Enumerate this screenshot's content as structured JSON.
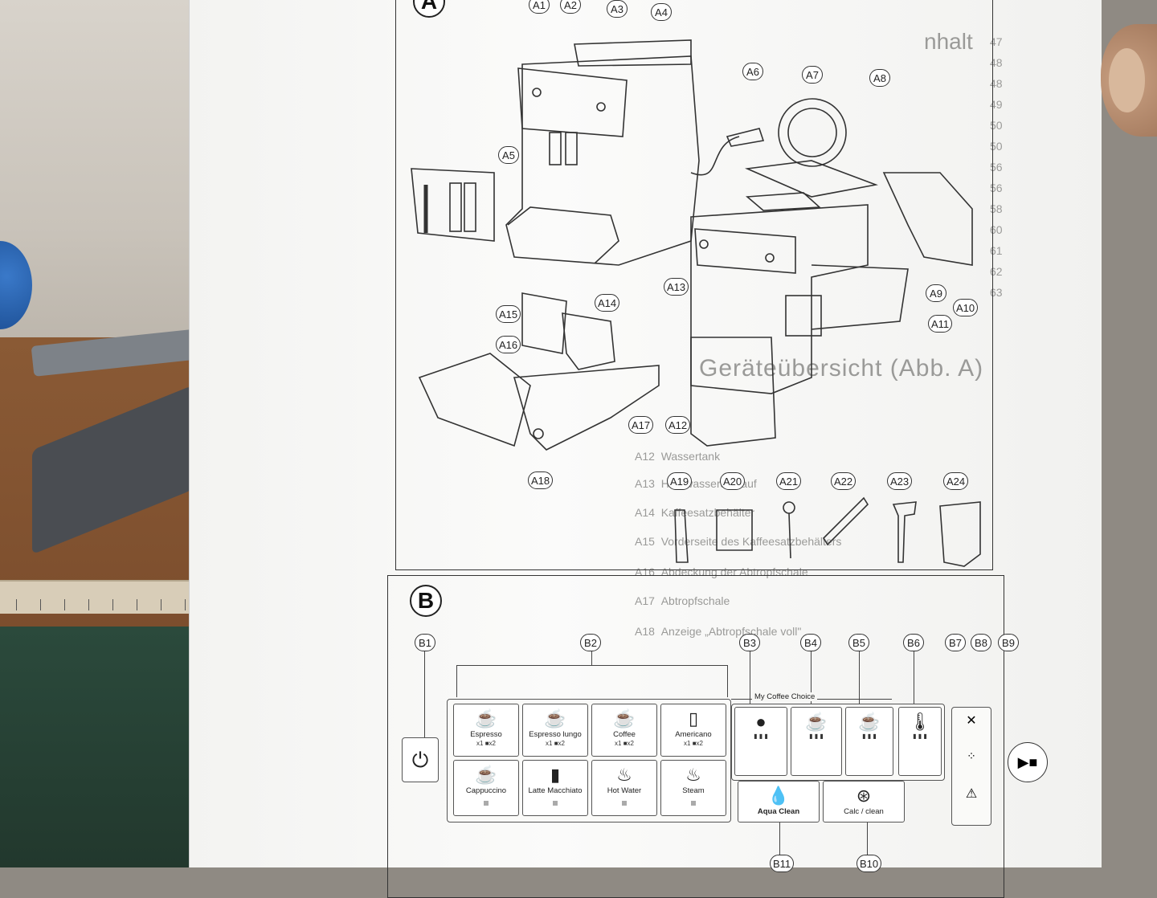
{
  "section_a": {
    "letter": "A",
    "callouts": [
      "A1",
      "A2",
      "A3",
      "A4",
      "A5",
      "A6",
      "A7",
      "A8",
      "A9",
      "A10",
      "A11",
      "A12",
      "A13",
      "A14",
      "A15",
      "A16",
      "A17",
      "A18",
      "A19",
      "A20",
      "A21",
      "A22",
      "A23",
      "A24"
    ]
  },
  "section_b": {
    "letter": "B",
    "callouts": [
      "B1",
      "B2",
      "B3",
      "B4",
      "B5",
      "B6",
      "B7",
      "B8",
      "B9",
      "B10",
      "B11"
    ],
    "my_coffee_choice": "My Coffee Choice",
    "buttons": {
      "espresso": {
        "label": "Espresso",
        "sub": "x1 ■x2"
      },
      "espresso_lungo": {
        "label": "Espresso lungo",
        "sub": "x1 ■x2"
      },
      "coffee": {
        "label": "Coffee",
        "sub": "x1 ■x2"
      },
      "americano": {
        "label": "Americano",
        "sub": "x1 ■x2"
      },
      "cappuccino": {
        "label": "Cappuccino"
      },
      "latte_macchiato": {
        "label": "Latte Macchiato"
      },
      "hot_water": {
        "label": "Hot Water"
      },
      "steam": {
        "label": "Steam"
      },
      "aqua_clean": {
        "label": "Aqua Clean"
      },
      "calc_clean": {
        "label": "Calc / clean"
      }
    }
  },
  "background_page": {
    "title_fragment": "nhalt",
    "heading": "Geräteübersicht (Abb. A)",
    "page_numbers": [
      "47",
      "48",
      "48",
      "49",
      "50",
      "50",
      "56",
      "56",
      "58",
      "60",
      "61",
      "62",
      "63"
    ],
    "rows": [
      {
        "num": "A12",
        "text": "Wassertank"
      },
      {
        "num": "A13",
        "text": "Heißwasserauslauf"
      },
      {
        "num": "A14",
        "text": "Kaffeesatzbehälter"
      },
      {
        "num": "A15",
        "text": "Vorderseite des Kaffeesatzbehälters"
      },
      {
        "num": "A16",
        "text": "Abdeckung der Abtropfschale"
      },
      {
        "num": "A17",
        "text": "Abtropfschale"
      },
      {
        "num": "A18",
        "text": "Anzeige „Abtropfschale voll\""
      }
    ]
  },
  "icons": [
    "coffee-cup-icon",
    "mug-icon",
    "cappuccino-icon",
    "latte-glass-icon",
    "hot-water-icon",
    "steam-icon",
    "power-icon",
    "play-pause-icon",
    "thermometer-icon",
    "bean-icon",
    "aquaclean-icon",
    "calc-clean-icon",
    "warning-icon"
  ]
}
